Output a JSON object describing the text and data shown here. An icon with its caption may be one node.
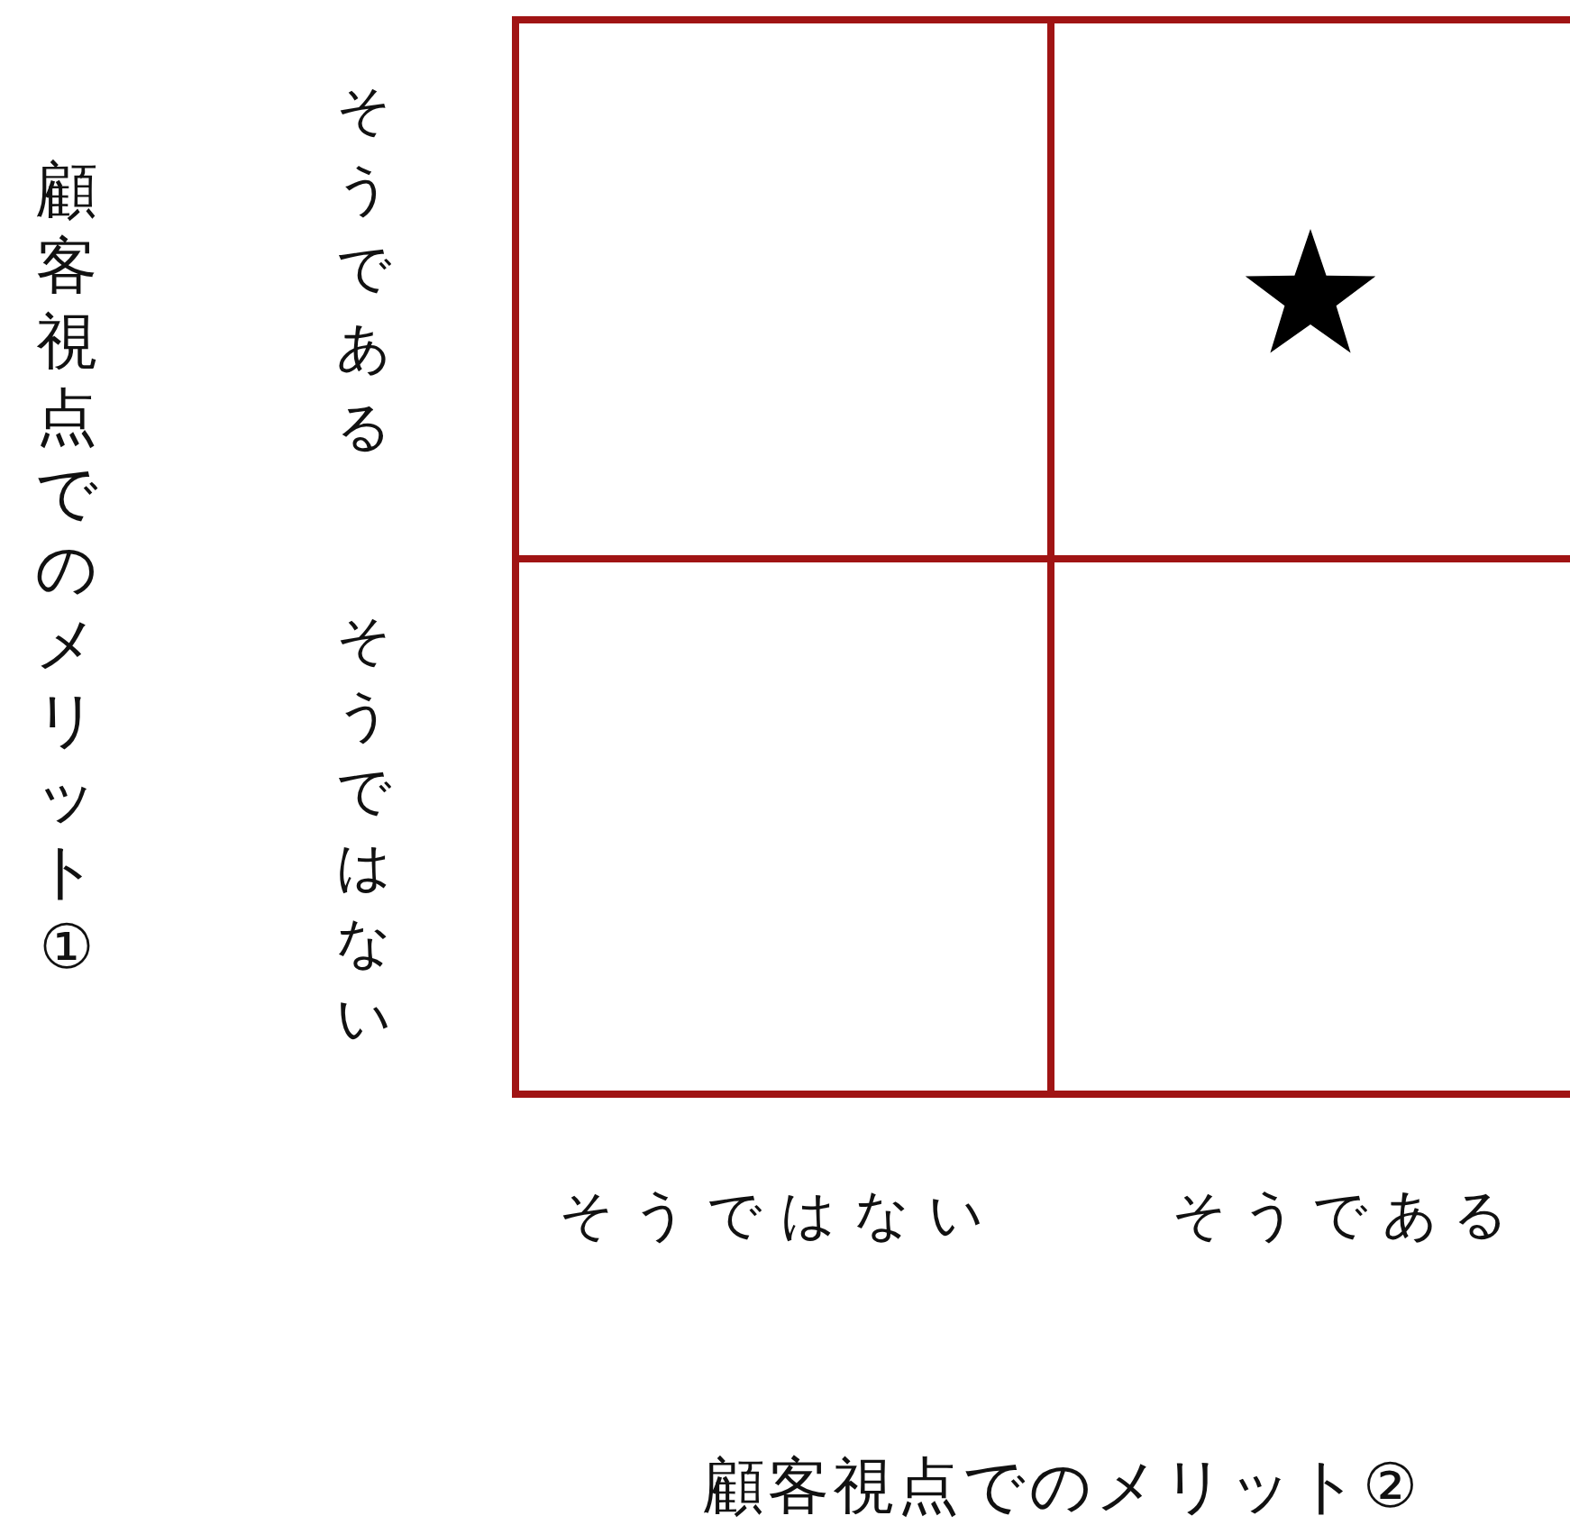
{
  "diagram": {
    "labels": [
      "顧客視点でのメリット①",
      "そうである",
      "そうではない",
      "そうではない",
      "そうである",
      "顧客視点でのメリット②"
    ]
  }
}
